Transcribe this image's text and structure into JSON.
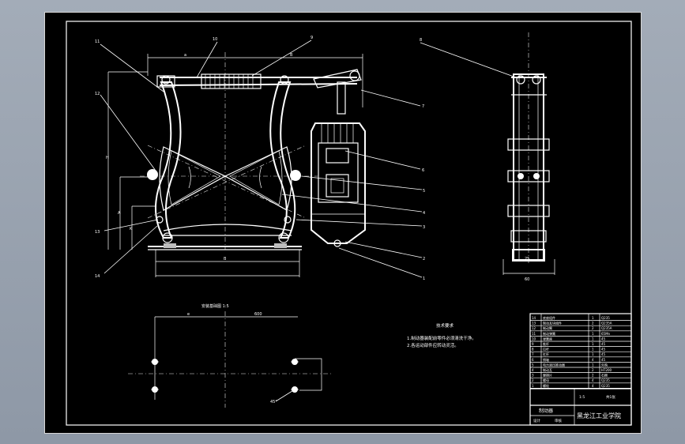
{
  "balloons": [
    "11",
    "10",
    "9",
    "8",
    "12",
    "7",
    "6",
    "5",
    "4",
    "3",
    "13",
    "2",
    "14",
    "1"
  ],
  "dims": {
    "top_left": "a",
    "top_mid": "B",
    "left_height": "H",
    "left_small": "A",
    "left_inner": "K",
    "bottom_mid": "B",
    "side_small": "25",
    "side_width": "60",
    "plan_left": "e",
    "plan_right": "600",
    "plan_angle": "45°"
  },
  "plan_title": "安装基础图  1:5",
  "tech_req": {
    "title": "技术要求",
    "lines": [
      "1.制动器装配前零件必须清洗干净。",
      "2.各运动部件应转动灵活。"
    ]
  },
  "title_block": {
    "school": "黑龙江工业学院",
    "drawing_title": "制动器",
    "scale": "1:5",
    "sheet": "共1张",
    "designer": "设计",
    "checker": "审核"
  },
  "bom_rows": [
    [
      "14",
      "底座组件",
      "1",
      "Q235"
    ],
    [
      "13",
      "制动瓦块组件",
      "2",
      "Q235A"
    ],
    [
      "12",
      "制动臂",
      "2",
      "Q235A"
    ],
    [
      "11",
      "制动弹簧",
      "1",
      "65Mn"
    ],
    [
      "10",
      "弹簧座",
      "1",
      "45"
    ],
    [
      "9",
      "推杆",
      "1",
      "45"
    ],
    [
      "8",
      "拉杆",
      "1",
      "45"
    ],
    [
      "7",
      "杠杆",
      "1",
      "45"
    ],
    [
      "6",
      "销轴",
      "4",
      "45"
    ],
    [
      "5",
      "电力液压推动器",
      "1",
      "外购"
    ],
    [
      "4",
      "制动瓦",
      "2",
      "HT200"
    ],
    [
      "3",
      "摩擦片",
      "2",
      "石棉"
    ],
    [
      "2",
      "螺母",
      "4",
      "Q235"
    ],
    [
      "1",
      "螺栓",
      "4",
      "Q235"
    ]
  ]
}
